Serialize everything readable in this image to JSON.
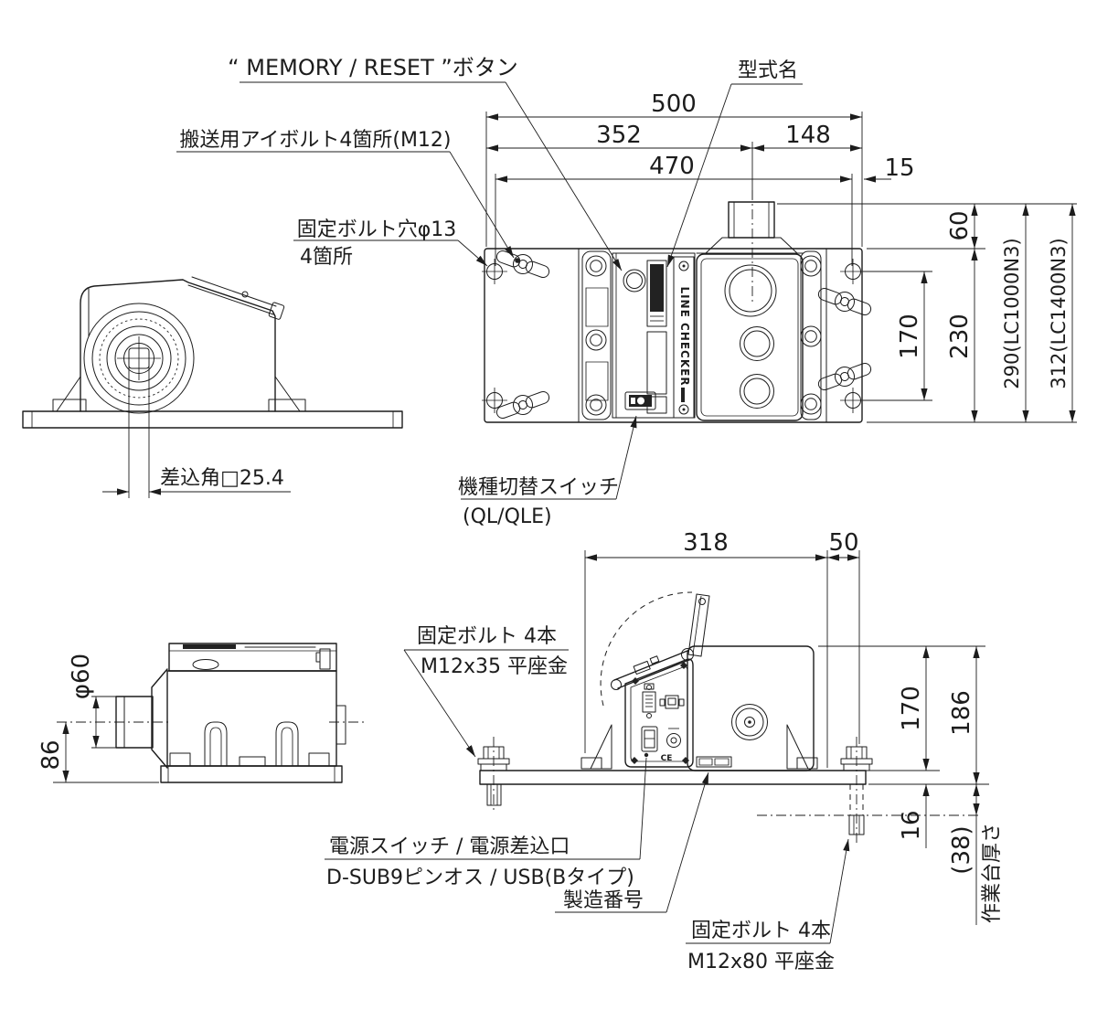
{
  "machine_markings": {
    "product_text": "LINE CHECKER",
    "ce_mark": "CE"
  },
  "callouts": {
    "memory_reset_button": "“ MEMORY / RESET ”ボタン",
    "model_name": "型式名",
    "eyebolt": "搬送用アイボルト4箇所(M12)",
    "fixing_hole_line1": "固定ボルト穴φ13",
    "fixing_hole_line2": "4箇所",
    "square_drive": "差込角□25.4",
    "model_switch_line1": "機種切替スイッチ",
    "model_switch_line2": "(QL/QLE)",
    "fixing_bolt_35_line1": "固定ボルト 4本",
    "fixing_bolt_35_line2": "M12x35 平座金",
    "power_line1": "電源スイッチ / 電源差込口",
    "power_line2": "D-SUB9ピンオス / USB(Bタイプ)",
    "serial_number": "製造番号",
    "fixing_bolt_80_line1": "固定ボルト 4本",
    "fixing_bolt_80_line2": "M12x80 平座金",
    "workbench_thickness": "作業台厚さ"
  },
  "dims": {
    "top_view": {
      "w500": "500",
      "w352": "352",
      "w148": "148",
      "w470": "470",
      "w15": "15",
      "h60": "60",
      "h170": "170",
      "h230": "230",
      "h290": "290(LC1000N3)",
      "h312": "312(LC1400N3)"
    },
    "front_view": {
      "phi60": "φ60",
      "h86": "86"
    },
    "rear_view": {
      "w318": "318",
      "w50": "50",
      "h170": "170",
      "h186": "186",
      "t16": "16",
      "t38": "(38)"
    }
  }
}
